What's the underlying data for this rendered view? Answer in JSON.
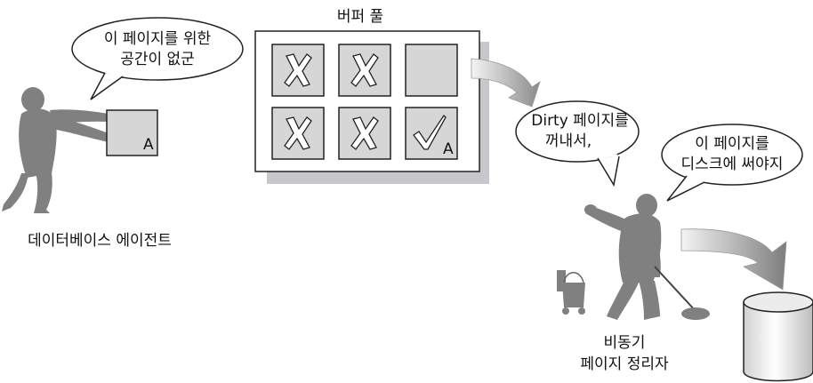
{
  "buffer_pool": {
    "title": "버퍼 풀",
    "slots": [
      {
        "state": "dirty",
        "label": ""
      },
      {
        "state": "dirty",
        "label": ""
      },
      {
        "state": "empty",
        "label": ""
      },
      {
        "state": "dirty",
        "label": ""
      },
      {
        "state": "dirty",
        "label": ""
      },
      {
        "state": "clean",
        "label": "A"
      }
    ]
  },
  "database_agent": {
    "label": "데이터베이스 에이전트",
    "speech": [
      "이 페이지를 위한",
      "공간이 없군"
    ],
    "page_label": "A"
  },
  "page_cleaner": {
    "label_lines": [
      "비동기",
      "페이지 정리자"
    ],
    "speech_left": [
      "Dirty 페이지를",
      "꺼내서,"
    ],
    "speech_right": [
      "이 페이지를",
      "디스크에 써야지"
    ]
  },
  "colors": {
    "page_fill": "#d6d6d6",
    "page_stroke": "#222222",
    "pool_shadow": "#c8c8cc",
    "arrow_light": "#f2f2f2",
    "arrow_dark": "#8f8f8f",
    "silhouette": "#808080"
  }
}
